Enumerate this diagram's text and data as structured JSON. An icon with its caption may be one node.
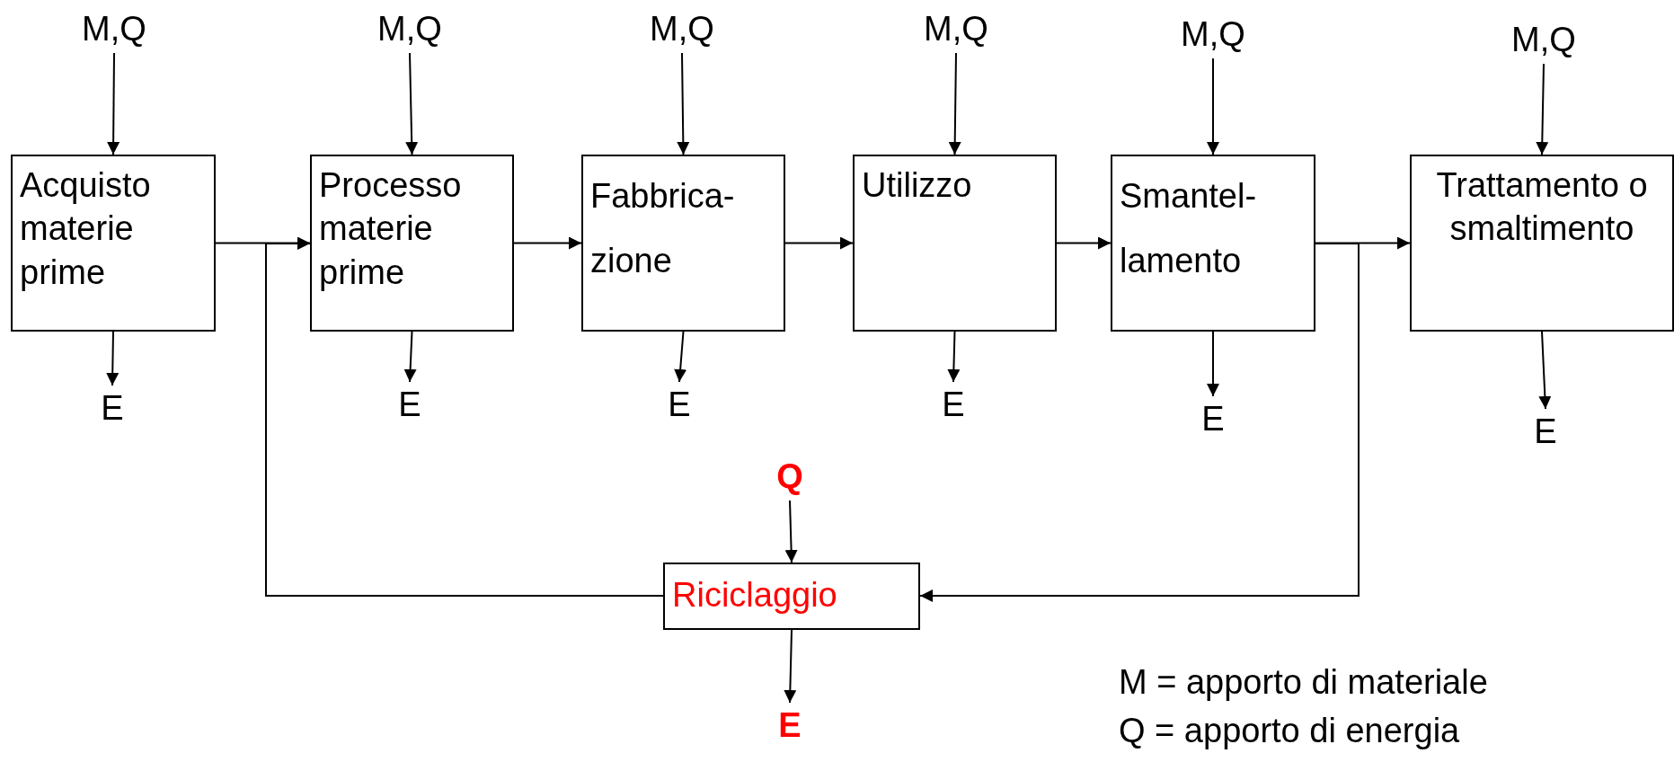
{
  "diagram": {
    "nodes": [
      {
        "text": [
          "M,Q"
        ]
      },
      {
        "text": [
          "M,Q"
        ]
      },
      {
        "text": [
          "M,Q"
        ]
      },
      {
        "text": [
          "M,Q"
        ]
      },
      {
        "text": [
          "M,Q"
        ]
      },
      {
        "text": [
          "M,Q"
        ]
      },
      {
        "text": [
          "Acquisto materie prime"
        ]
      },
      {
        "text": [
          "Processo materie prime"
        ]
      },
      {
        "text": [
          "Fabbrica- zione"
        ]
      },
      {
        "text": [
          "Utilizzo"
        ]
      },
      {
        "text": [
          "Smantel- lamento"
        ]
      },
      {
        "text": [
          "Trattamento o smaltimento"
        ]
      },
      {
        "text": [
          "E"
        ]
      },
      {
        "text": [
          "E"
        ]
      },
      {
        "text": [
          "E"
        ]
      },
      {
        "text": [
          "E"
        ]
      },
      {
        "text": [
          "E"
        ]
      },
      {
        "text": [
          "E"
        ]
      },
      {
        "text": [
          "Q"
        ]
      },
      {
        "text": [
          "Riciclaggio"
        ]
      },
      {
        "text": [
          "E"
        ]
      }
    ],
    "edges": [
      {
        "from": 0,
        "to": 6,
        "arrow": "to"
      },
      {
        "from": 1,
        "to": 7,
        "arrow": "to"
      },
      {
        "from": 2,
        "to": 8,
        "arrow": "to"
      },
      {
        "from": 3,
        "to": 9,
        "arrow": "to"
      },
      {
        "from": 4,
        "to": 10,
        "arrow": "to"
      },
      {
        "from": 5,
        "to": 11,
        "arrow": "to"
      },
      {
        "from": 6,
        "to": 12,
        "arrow": "to"
      },
      {
        "from": 7,
        "to": 13,
        "arrow": "to"
      },
      {
        "from": 8,
        "to": 14,
        "arrow": "to"
      },
      {
        "from": 9,
        "to": 15,
        "arrow": "to"
      },
      {
        "from": 10,
        "to": 16,
        "arrow": "to"
      },
      {
        "from": 11,
        "to": 17,
        "arrow": "to"
      },
      {
        "from": 6,
        "to": 7,
        "arrow": "to"
      },
      {
        "from": 7,
        "to": 8,
        "arrow": "to"
      },
      {
        "from": 8,
        "to": 9,
        "arrow": "to"
      },
      {
        "from": 9,
        "to": 10,
        "arrow": "to"
      },
      {
        "from": 10,
        "to": 11,
        "arrow": "to"
      },
      {
        "from": 18,
        "to": 19,
        "arrow": "to"
      },
      {
        "from": 19,
        "to": 20,
        "arrow": "to"
      },
      {
        "from": 10,
        "to": 19,
        "arrow": "to"
      },
      {
        "from": 19,
        "to": 7,
        "arrow": "to"
      }
    ],
    "labels": [
      "M = apporto di materiale",
      "Q = apporto di energia"
    ]
  }
}
